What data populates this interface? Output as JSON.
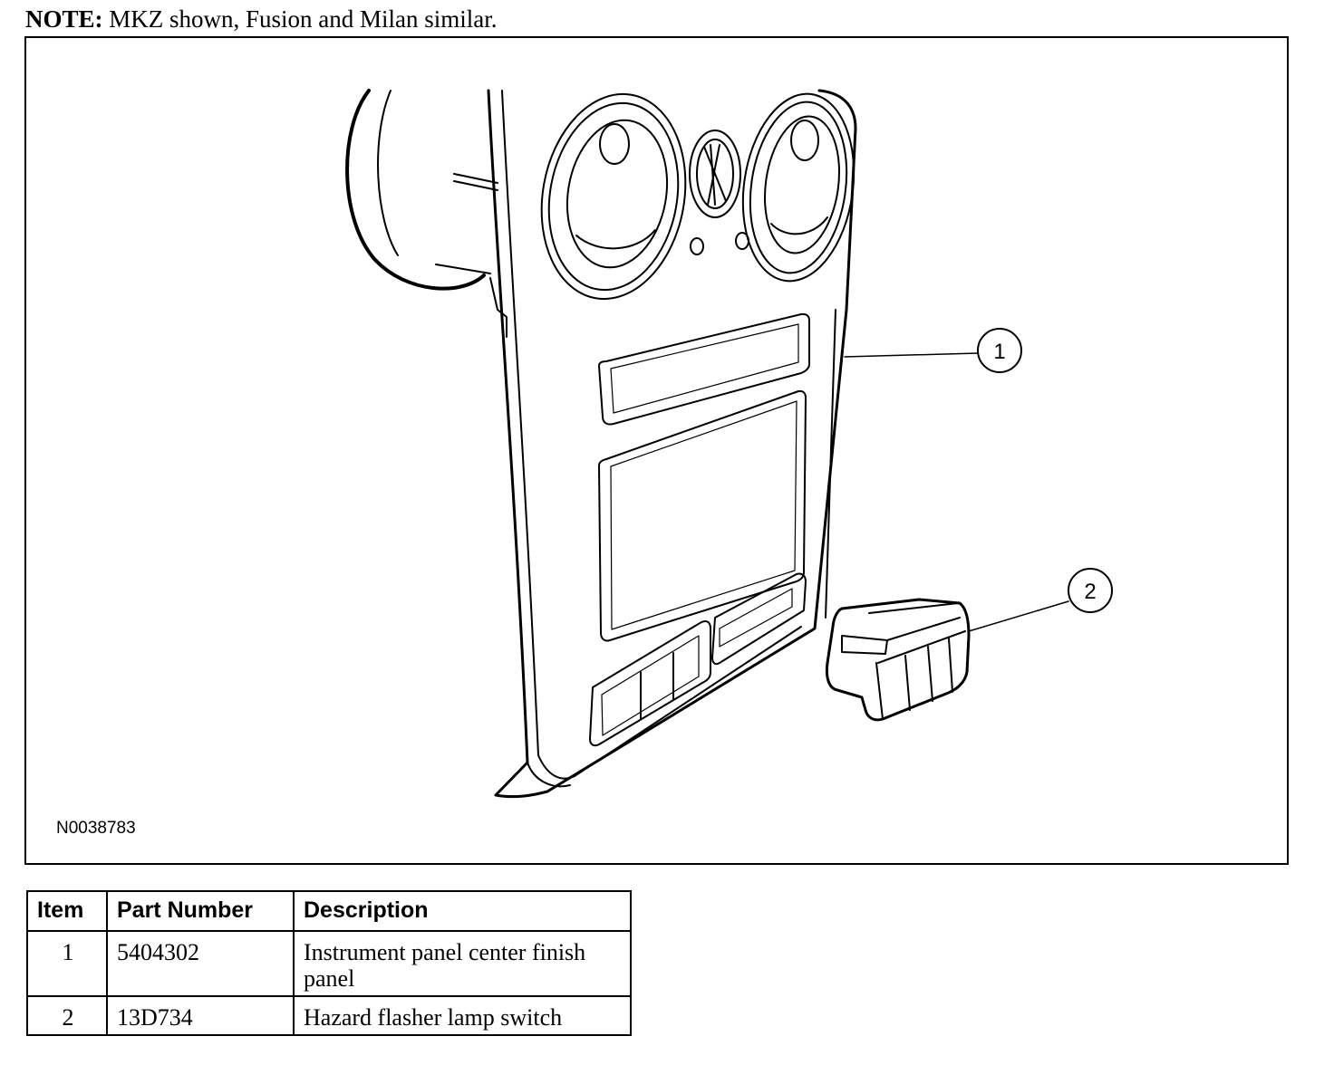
{
  "note": {
    "label": "NOTE:",
    "text": "MKZ shown, Fusion and Milan similar."
  },
  "figure": {
    "id": "N0038783",
    "callouts": [
      "1",
      "2"
    ]
  },
  "parts_table": {
    "headers": [
      "Item",
      "Part Number",
      "Description"
    ],
    "rows": [
      {
        "item": "1",
        "part_number": "5404302",
        "description": "Instrument panel center finish panel"
      },
      {
        "item": "2",
        "part_number": "13D734",
        "description": "Hazard flasher lamp switch"
      }
    ]
  }
}
